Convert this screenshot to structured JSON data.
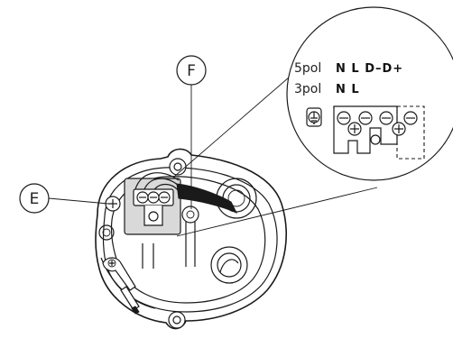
{
  "callouts": {
    "e_label": "E",
    "f_label": "F"
  },
  "detail": {
    "row1_pol": "5pol",
    "row1_terminals": "N  L  D–D+",
    "row2_pol": "3pol",
    "row2_terminals": "N  L"
  },
  "icons": {
    "ground": "ground-symbol-icon",
    "screw": "screw-icon"
  },
  "colors": {
    "line": "#1a1a1a",
    "fill_grey": "#d9d9d9",
    "background": "#ffffff"
  }
}
